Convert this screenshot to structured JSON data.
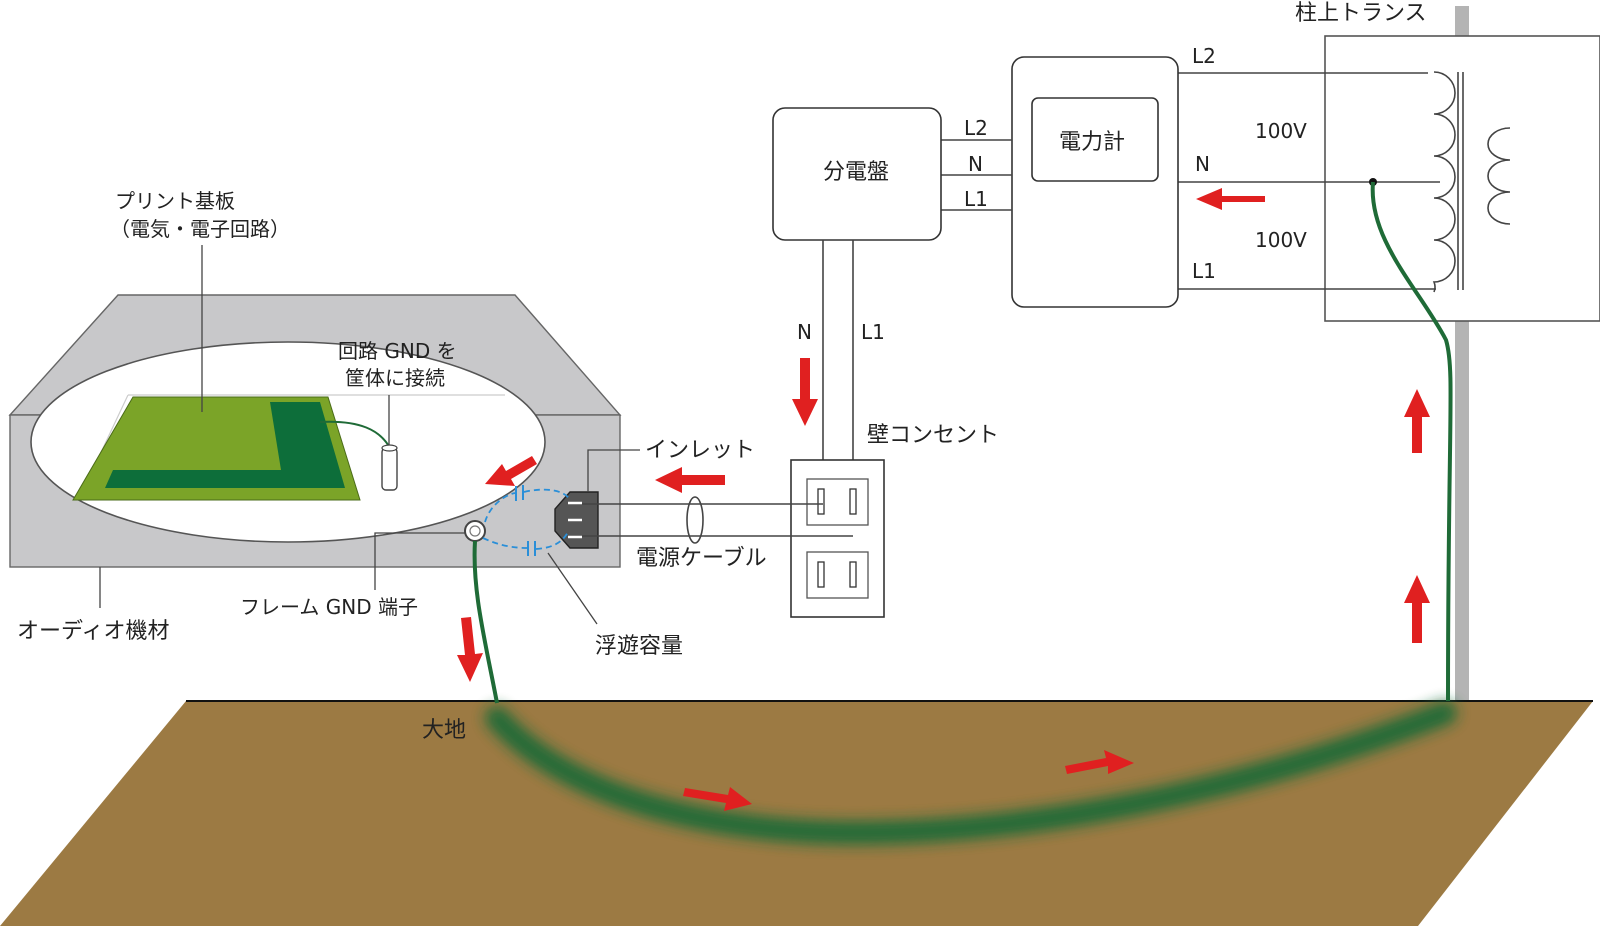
{
  "labels": {
    "pole_transformer": "柱上トランス",
    "power_meter": "電力計",
    "distribution_board": "分電盤",
    "wall_outlet": "壁コンセント",
    "inlet": "インレット",
    "power_cable": "電源ケーブル",
    "stray_capacitance": "浮遊容量",
    "frame_gnd_terminal": "フレーム GND 端子",
    "audio_equipment": "オーディオ機材",
    "ground": "大地",
    "pcb_line1": "プリント基板",
    "pcb_line2": "（電気・電子回路）",
    "circuit_gnd_line1": "回路 GND を",
    "circuit_gnd_line2": "筐体に接続"
  },
  "wires": {
    "meter_to_board_l2": "L2",
    "meter_to_board_n": "N",
    "meter_to_board_l1": "L1",
    "trans_to_meter_l2": "L2",
    "trans_to_meter_n": "N",
    "trans_to_meter_l1": "L1",
    "board_to_outlet_n": "N",
    "board_to_outlet_l1": "L1"
  },
  "voltages": {
    "upper": "100V",
    "lower": "100V"
  },
  "colors": {
    "ground_fill": "#9c7a43",
    "pcb_green": "#7ba428",
    "pcb_dark_green": "#0d6e3a",
    "ground_wire": "#1f6b37",
    "chassis": "#c8c8ca",
    "current_arrow": "#e02020",
    "stray_capacitance": "#2a8fd8",
    "pole": "#b4b4b4"
  },
  "icons": {
    "current_arrow": "red-arrow-icon",
    "capacitor": "capacitor-icon",
    "transformer_coil": "coil-icon"
  }
}
